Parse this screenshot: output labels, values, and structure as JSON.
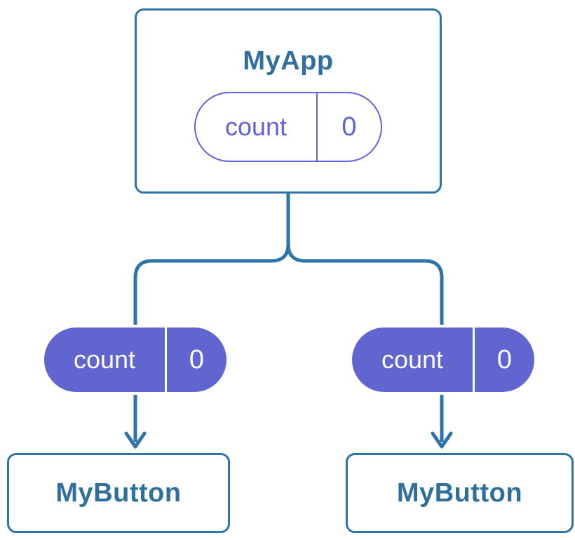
{
  "diagram": {
    "root": {
      "title": "MyApp",
      "state": {
        "name": "count",
        "value": "0"
      }
    },
    "children": [
      {
        "title": "MyButton",
        "state": {
          "name": "count",
          "value": "0"
        }
      },
      {
        "title": "MyButton",
        "state": {
          "name": "count",
          "value": "0"
        }
      }
    ],
    "colors": {
      "connector_blue": "#2F74A8",
      "title_blue": "#2F6F9C",
      "state_purple_outline": "#5E63D4",
      "state_purple_fill": "#6065D0",
      "card_background": "#FFFFFF"
    }
  }
}
